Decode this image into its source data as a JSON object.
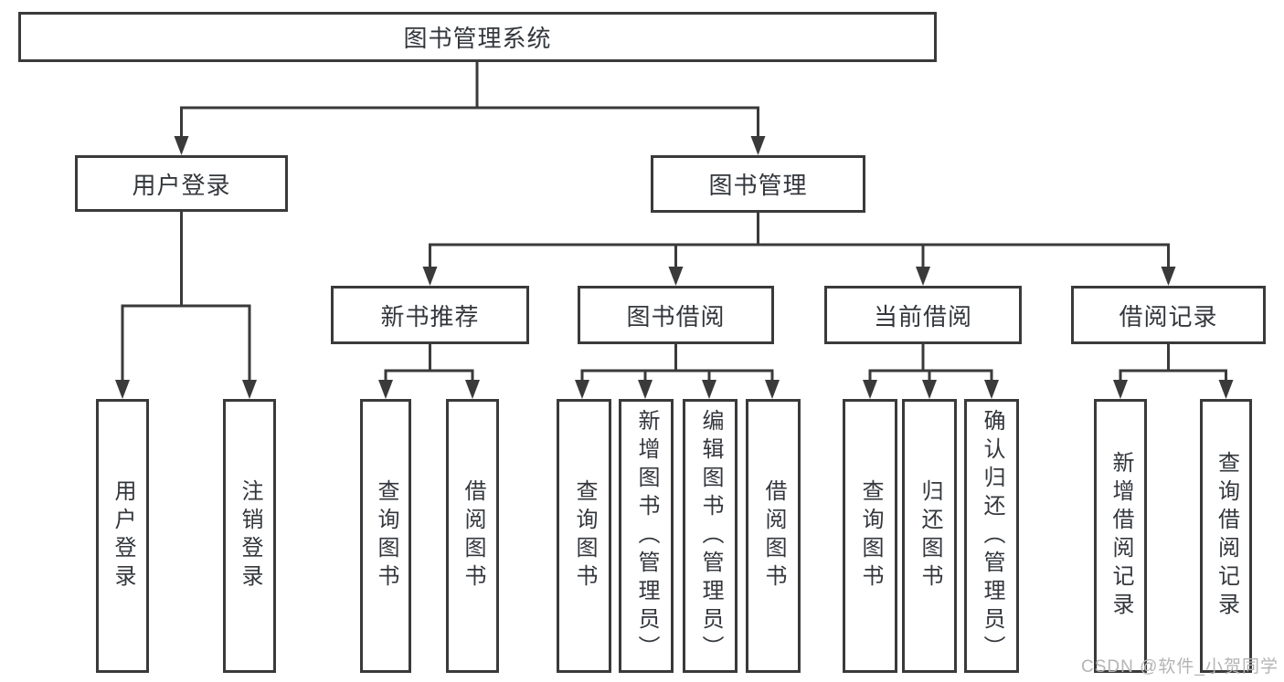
{
  "title": "图书管理系统",
  "level2": {
    "left": "用户登录",
    "right": "图书管理"
  },
  "login_children": [
    "用户登录",
    "注销登录"
  ],
  "modules": [
    {
      "label": "新书推荐",
      "children": [
        "查询图书",
        "借阅图书"
      ]
    },
    {
      "label": "图书借阅",
      "children": [
        "查询图书",
        "新增图书（管理员）",
        "编辑图书（管理员）",
        "借阅图书"
      ]
    },
    {
      "label": "当前借阅",
      "children": [
        "查询图书",
        "归还图书",
        "确认归还（管理员）"
      ]
    },
    {
      "label": "借阅记录",
      "children": [
        "新增借阅记录",
        "查询借阅记录"
      ]
    }
  ],
  "watermark": "CSDN @软件_小贺同学",
  "colors": {
    "line": "#3a3a3a",
    "text": "#33373c",
    "watermark": "#b4b4b4",
    "background": "#ffffff"
  }
}
